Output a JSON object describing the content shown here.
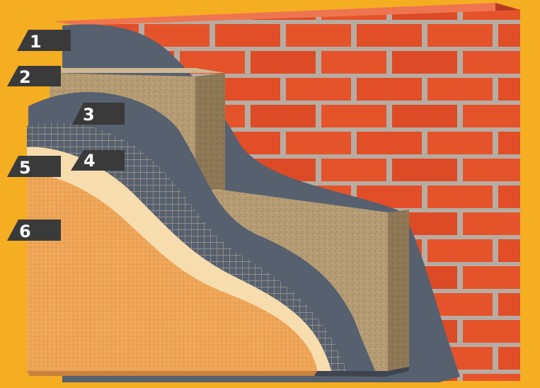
{
  "colors": {
    "background": "#f5ad21",
    "brick": "#e5532b",
    "brick_top": "#ef7550",
    "brick_side": "#b83a1e",
    "mortar": "#b7aca2",
    "adhesive": "#56606f",
    "insulation": "#b59c74",
    "insulation_side": "#8e7755",
    "mesh": "#5b5a55",
    "primer": "#f7dcae",
    "plaster": "#eea557",
    "plaster_side": "#c9813e",
    "label_bg": "#3a3a3a",
    "label_text": "#ffffff"
  },
  "layers": [
    {
      "id": "1",
      "label": "1",
      "material": "adhesive"
    },
    {
      "id": "2",
      "label": "2",
      "material": "insulation"
    },
    {
      "id": "3",
      "label": "3",
      "material": "adhesive"
    },
    {
      "id": "4",
      "label": "4",
      "material": "mesh"
    },
    {
      "id": "5",
      "label": "5",
      "material": "primer"
    },
    {
      "id": "6",
      "label": "6",
      "material": "plaster"
    }
  ]
}
